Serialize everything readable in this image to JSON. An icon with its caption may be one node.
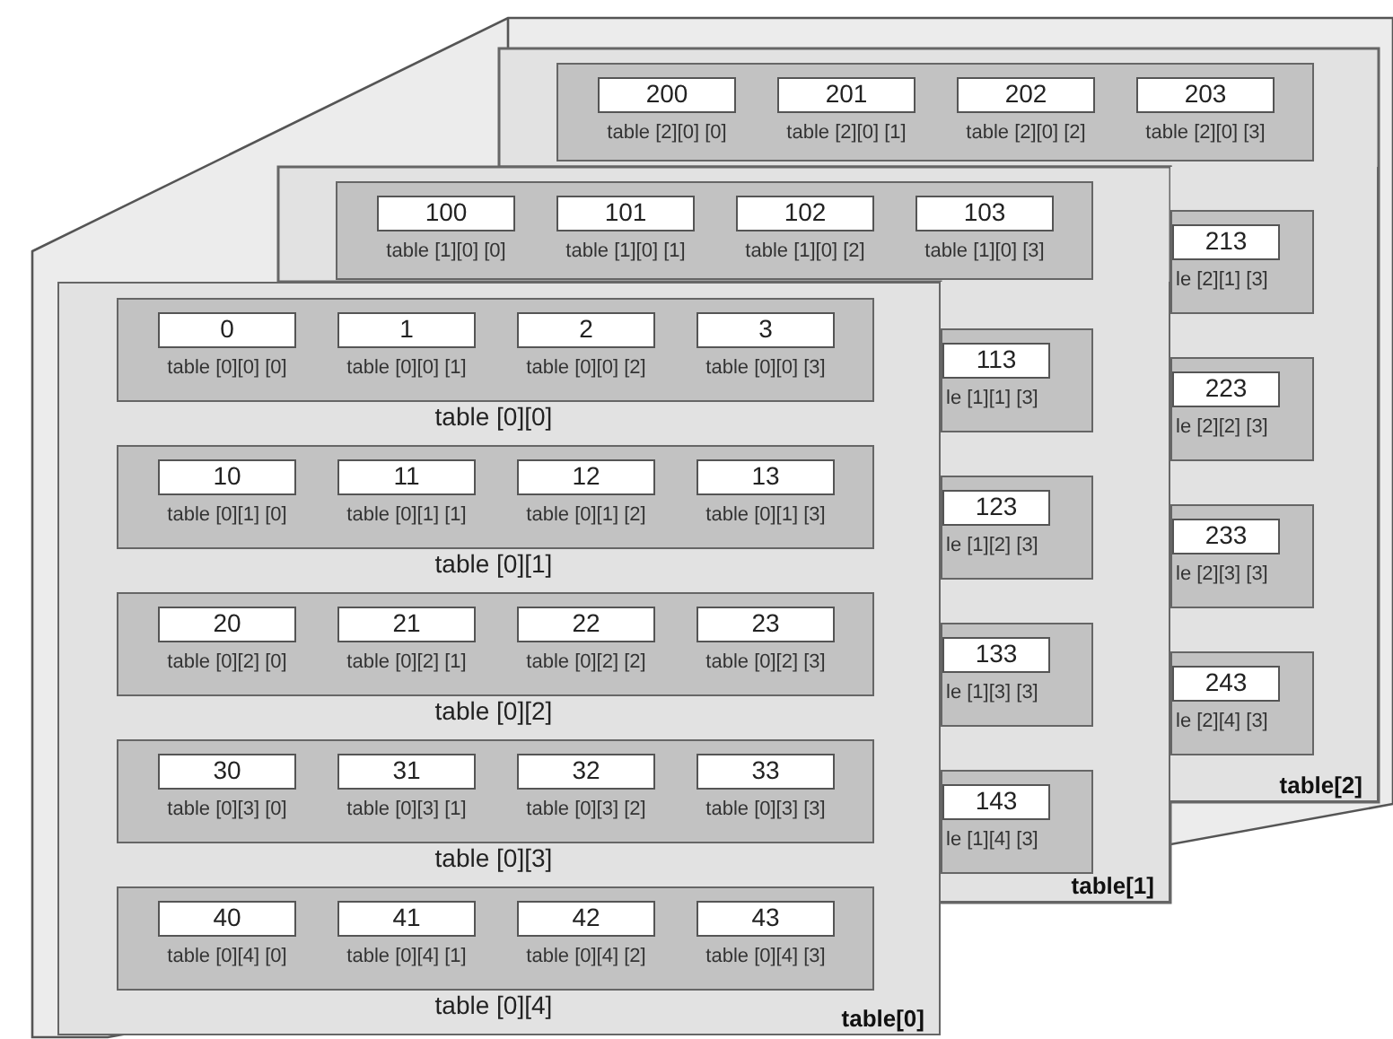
{
  "diagram": {
    "nodes": [
      {
        "text": [
          "table[0]"
        ]
      },
      {
        "text": [],
        "shape": "box",
        "in": 0
      },
      {
        "text": [
          "0"
        ],
        "beside": [
          "table [0][0] [0]"
        ],
        "in": 1
      },
      {
        "text": [
          "1"
        ],
        "beside": [
          "table [0][0] [1]"
        ],
        "in": 1
      },
      {
        "text": [
          "2"
        ],
        "beside": [
          "table [0][0] [2]"
        ],
        "in": 1
      },
      {
        "text": [
          "3"
        ],
        "beside": [
          "table [0][0] [3]"
        ],
        "in": 1
      },
      {
        "text": [],
        "shape": "box",
        "in": 0
      },
      {
        "text": [
          "10"
        ],
        "beside": [
          "table [0][1] [0]"
        ],
        "in": 6
      },
      {
        "text": [
          "11"
        ],
        "beside": [
          "table [0][1] [1]"
        ],
        "in": 6
      },
      {
        "text": [
          "12"
        ],
        "beside": [
          "table [0][1] [2]"
        ],
        "in": 6
      },
      {
        "text": [
          "13"
        ],
        "beside": [
          "table [0][1] [3]"
        ],
        "in": 6
      },
      {
        "text": [],
        "shape": "box",
        "in": 0
      },
      {
        "text": [
          "20"
        ],
        "beside": [
          "table [0][2] [0]"
        ],
        "in": 11
      },
      {
        "text": [
          "21"
        ],
        "beside": [
          "table [0][2] [1]"
        ],
        "in": 11
      },
      {
        "text": [
          "22"
        ],
        "beside": [
          "table [0][2] [2]"
        ],
        "in": 11
      },
      {
        "text": [
          "23"
        ],
        "beside": [
          "table [0][2] [3]"
        ],
        "in": 11
      },
      {
        "text": [],
        "shape": "box",
        "in": 0
      },
      {
        "text": [
          "30"
        ],
        "beside": [
          "table [0][3] [0]"
        ],
        "in": 16
      },
      {
        "text": [
          "31"
        ],
        "beside": [
          "table [0][3] [1]"
        ],
        "in": 16
      },
      {
        "text": [
          "32"
        ],
        "beside": [
          "table [0][3] [2]"
        ],
        "in": 16
      },
      {
        "text": [
          "33"
        ],
        "beside": [
          "table [0][3] [3]"
        ],
        "in": 16
      },
      {
        "text": [],
        "shape": "box",
        "in": 0
      },
      {
        "text": [
          "40"
        ],
        "beside": [
          "table [0][4] [0]"
        ],
        "in": 21
      },
      {
        "text": [
          "41"
        ],
        "beside": [
          "table [0][4] [1]"
        ],
        "in": 21
      },
      {
        "text": [
          "42"
        ],
        "beside": [
          "table [0][4] [2]"
        ],
        "in": 21
      },
      {
        "text": [
          "43"
        ],
        "beside": [
          "table [0][4] [3]"
        ],
        "in": 21
      },
      {
        "text": [
          "table[1]"
        ]
      },
      {
        "text": [],
        "shape": "box"
      },
      {
        "text": [
          "100"
        ],
        "beside": [
          "table [1][0] [0]"
        ],
        "in": 27
      },
      {
        "text": [
          "101"
        ],
        "beside": [
          "table [1][0] [1]"
        ],
        "in": 27
      },
      {
        "text": [
          "102"
        ],
        "beside": [
          "table [1][0] [2]"
        ],
        "in": 27
      },
      {
        "text": [
          "103"
        ],
        "beside": [
          "table [1][0] [3]"
        ],
        "in": 27
      },
      {
        "text": [],
        "shape": "box",
        "in": 26
      },
      {
        "text": [
          "113"
        ],
        "beside": [
          "le [1][1] [3]"
        ],
        "in": 32
      },
      {
        "text": [],
        "shape": "box",
        "in": 26
      },
      {
        "text": [
          "123"
        ],
        "beside": [
          "le [1][2] [3]"
        ],
        "in": 34
      },
      {
        "text": [],
        "shape": "box",
        "in": 26
      },
      {
        "text": [
          "133"
        ],
        "beside": [
          "le [1][3] [3]"
        ],
        "in": 36
      },
      {
        "text": [],
        "shape": "box",
        "in": 26
      },
      {
        "text": [
          "143"
        ],
        "beside": [
          "le [1][4] [3]"
        ],
        "in": 38
      },
      {
        "text": [
          "table[2]"
        ]
      },
      {
        "text": [],
        "shape": "box"
      },
      {
        "text": [
          "200"
        ],
        "beside": [
          "table [2][0] [0]"
        ],
        "in": 41
      },
      {
        "text": [
          "201"
        ],
        "beside": [
          "table [2][0] [1]"
        ],
        "in": 41
      },
      {
        "text": [
          "202"
        ],
        "beside": [
          "table [2][0] [2]"
        ],
        "in": 41
      },
      {
        "text": [
          "203"
        ],
        "beside": [
          "table [2][0] [3]"
        ],
        "in": 41
      },
      {
        "text": [],
        "shape": "box",
        "in": 40
      },
      {
        "text": [
          "213"
        ],
        "beside": [
          "le [2][1] [3]"
        ],
        "in": 46
      },
      {
        "text": [],
        "shape": "box",
        "in": 40
      },
      {
        "text": [
          "223"
        ],
        "beside": [
          "le [2][2] [3]"
        ],
        "in": 48
      },
      {
        "text": [],
        "shape": "box",
        "in": 40
      },
      {
        "text": [
          "233"
        ],
        "beside": [
          "le [2][3] [3]"
        ],
        "in": 50
      },
      {
        "text": [],
        "shape": "box",
        "in": 40
      },
      {
        "text": [
          "243"
        ],
        "beside": [
          "le [2][4] [3]"
        ],
        "in": 52
      }
    ],
    "labels": [
      "table [0][0]",
      "table [0][1]",
      "table [0][2]",
      "table [0][3]",
      "table [0][4]"
    ]
  }
}
